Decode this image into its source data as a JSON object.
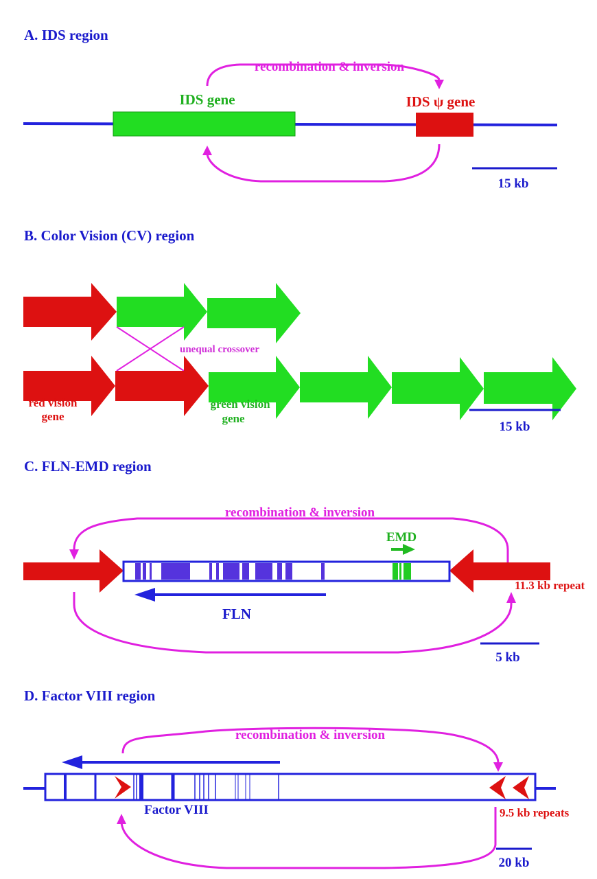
{
  "colors": {
    "title_blue": "#1a1acc",
    "chromosome_blue": "#2222dd",
    "gene_green": "#22dd22",
    "gene_red": "#dd1111",
    "arrow_magenta": "#e020e0",
    "exon_blue": "#5533dd"
  },
  "panels": {
    "a": {
      "title": "A. IDS region",
      "recombination_label": "recombination & inversion",
      "ids_gene_label": "IDS gene",
      "ids_pseudogene_label": "IDS ψ gene",
      "scale_label": "15 kb"
    },
    "b": {
      "title": "B. Color Vision (CV) region",
      "crossover_label": "unequal crossover",
      "red_gene_label_line1": "red vision",
      "red_gene_label_line2": "gene",
      "green_gene_label_line1": "green vision",
      "green_gene_label_line2": "gene",
      "scale_label": "15 kb"
    },
    "c": {
      "title": "C. FLN-EMD region",
      "recombination_label": "recombination & inversion",
      "emd_label": "EMD",
      "fln_label": "FLN",
      "repeat_label": "11.3 kb repeat",
      "scale_label": "5 kb"
    },
    "d": {
      "title": "D. Factor VIII region",
      "recombination_label": "recombination & inversion",
      "factor_label": "Factor VIII",
      "repeat_label": "9.5 kb repeats",
      "scale_label": "20 kb"
    }
  }
}
